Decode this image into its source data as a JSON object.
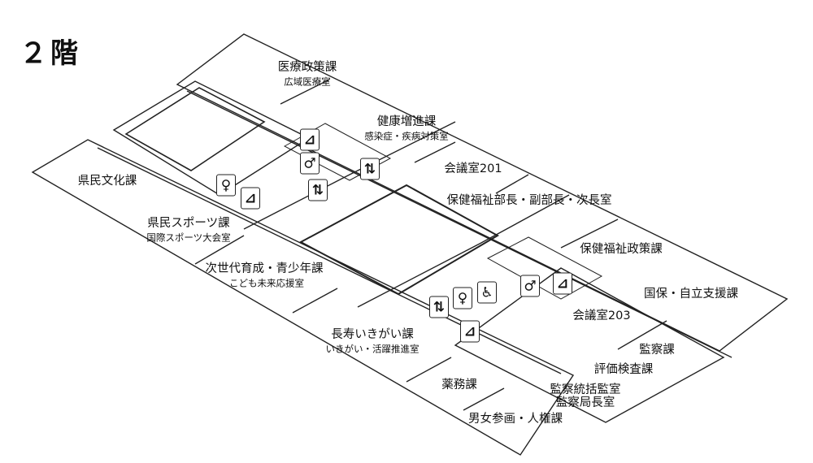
{
  "floor_title": "２階",
  "rooms": {
    "iryo_seisaku": "医療政策課",
    "koiki_iryo": "広域医療室",
    "kenko_zoshin": "健康増進課",
    "kansensho": "感染症・疾病対策室",
    "kaigi201": "会議室201",
    "bucho": "保健福祉部長・副部長・次長室",
    "kenmin_bunka": "県民文化課",
    "kenmin_sports": "県民スポーツ課",
    "kokusai_sports": "国際スポーツ大会室",
    "jisedai": "次世代育成・青少年課",
    "kodomo": "こども未来応援室",
    "hoken_seisaku": "保健福祉政策課",
    "kokuho": "国保・自立支援課",
    "kaigi203": "会議室203",
    "kansatsu": "監察課",
    "hyoka": "評価検査課",
    "tokatsu": "監察統括監室",
    "kyokucho": "監察局長室",
    "choju": "長寿いきがい課",
    "ikigai": "いきがい・活躍推進室",
    "yakumu": "薬務課",
    "danjo": "男女参画・人権課"
  },
  "icons": [
    "stairs",
    "mens-toilet",
    "elevator",
    "elevator",
    "womens-toilet",
    "stairs",
    "elevator",
    "womens-toilet",
    "accessible-toilet",
    "mens-toilet",
    "stairs",
    "stairs"
  ]
}
